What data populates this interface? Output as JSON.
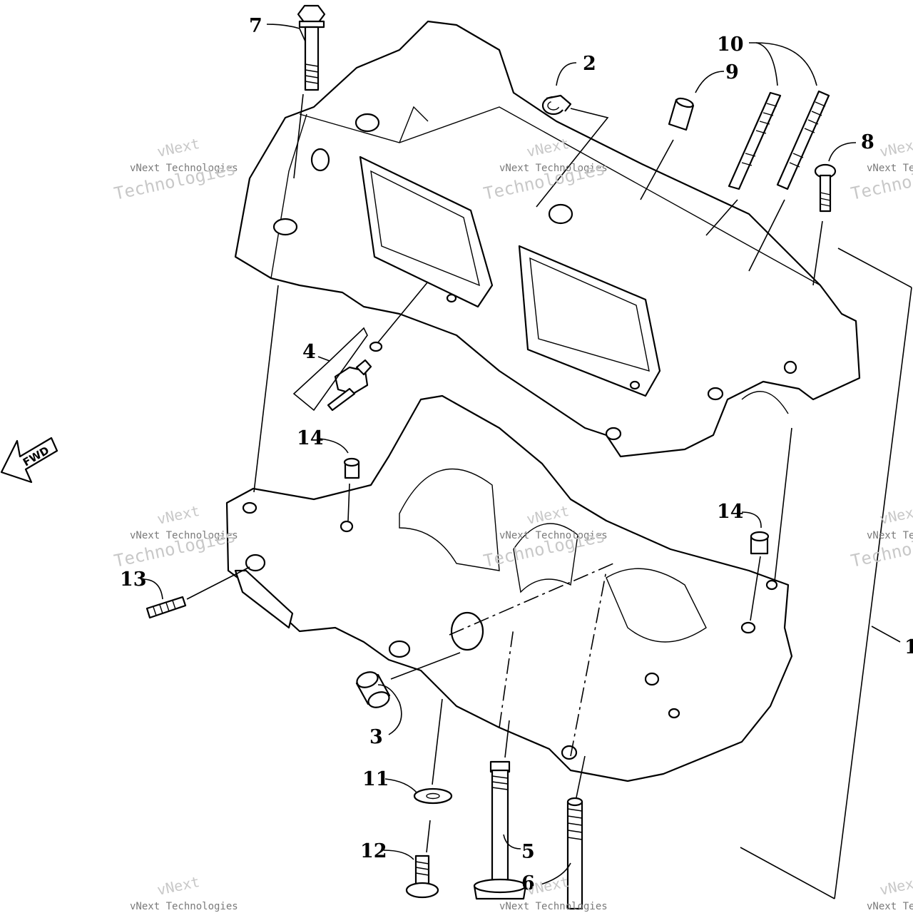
{
  "diagram": {
    "callouts": [
      "1",
      "2",
      "3",
      "4",
      "5",
      "6",
      "7",
      "8",
      "9",
      "10",
      "11",
      "12",
      "13",
      "14",
      "14"
    ],
    "direction_label": "FWD",
    "watermark": {
      "line1": "vNext",
      "line2": "vNext Technologies",
      "line3": "Technologies"
    }
  }
}
